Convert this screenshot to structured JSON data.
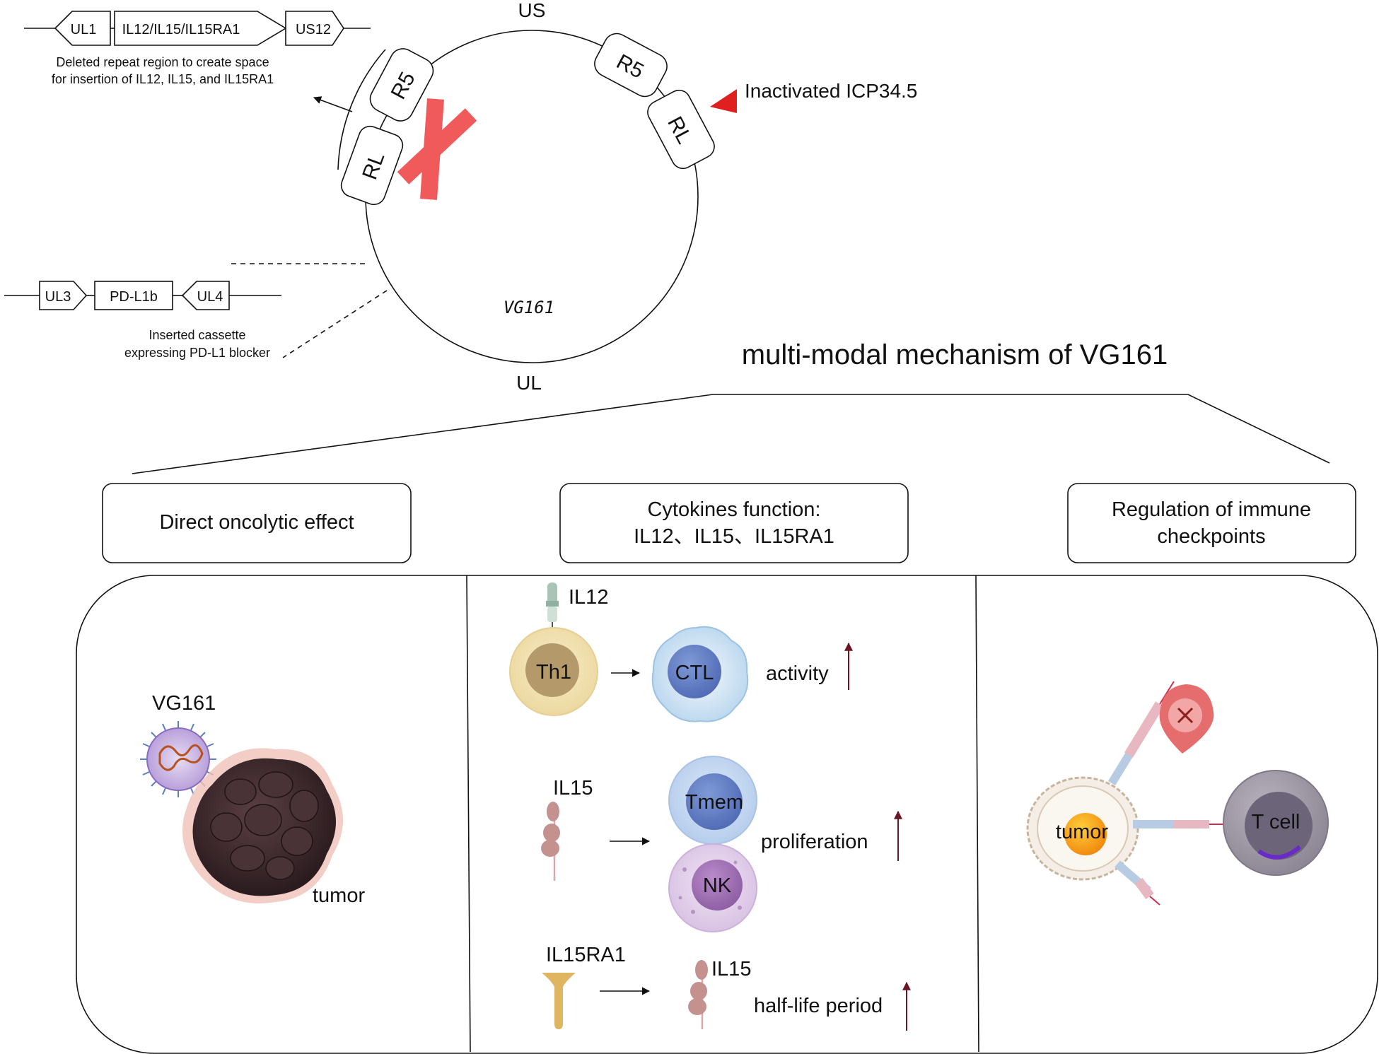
{
  "genome": {
    "virus_label": "VG161",
    "us_label": "US",
    "ul_label": "UL",
    "left_segments": {
      "r5": "R5",
      "rl": "RL"
    },
    "right_segments": {
      "r5": "R5",
      "rl": "RL"
    },
    "icp_label": "Inactivated ICP34.5",
    "colors": {
      "cross": "#f05a5a",
      "icp_marker": "#e02020"
    }
  },
  "cassette_top": {
    "ul1": "UL1",
    "genes": "IL12/IL15/IL15RA1",
    "us12": "US12",
    "caption_line1": "Deleted repeat region to create space",
    "caption_line2": "for insertion of IL12, IL15, and IL15RA1"
  },
  "cassette_bottom": {
    "ul3": "UL3",
    "pdl1b": "PD-L1b",
    "ul4": "UL4",
    "caption_line1": "Inserted cassette",
    "caption_line2": "expressing PD-L1 blocker"
  },
  "mechanism": {
    "title": "multi-modal mechanism of VG161",
    "box1": "Direct oncolytic effect",
    "box2_line1": "Cytokines function:",
    "box2_line2": "IL12、IL15、IL15RA1",
    "box3_line1": "Regulation of immune",
    "box3_line2": "checkpoints"
  },
  "panel_oncolytic": {
    "virus": "VG161",
    "tumor": "tumor"
  },
  "panel_cytokines": {
    "il12": "IL12",
    "th1": "Th1",
    "ctl": "CTL",
    "activity": "activity",
    "il15": "IL15",
    "tmem": "Tmem",
    "nk": "NK",
    "proliferation": "proliferation",
    "il15ra1": "IL15RA1",
    "il15_bound": "IL15",
    "half_life": "half-life period"
  },
  "panel_checkpoint": {
    "tumor": "tumor",
    "tcell": "T cell"
  }
}
